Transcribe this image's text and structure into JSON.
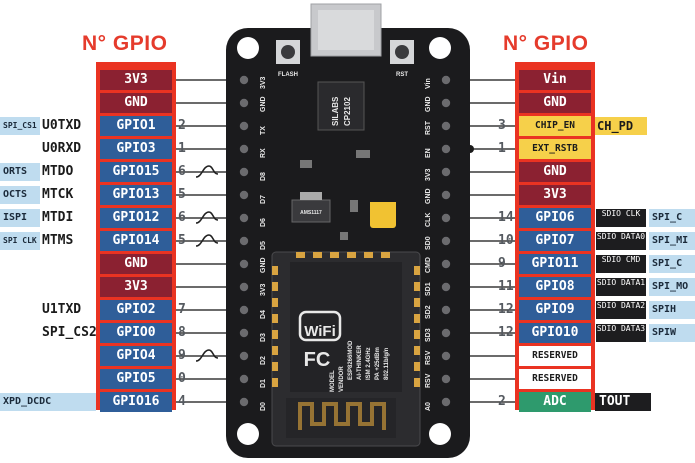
{
  "headers": {
    "left": "N° GPIO",
    "right": "N° GPIO"
  },
  "left_pins": [
    {
      "label": "3V3",
      "type": "pwr"
    },
    {
      "label": "GND",
      "type": "pwr"
    },
    {
      "label": "GPIO1",
      "type": "gpio",
      "func": "U0TXD",
      "alt": "SPI_CS1"
    },
    {
      "label": "GPIO3",
      "type": "gpio",
      "func": "U0RXD"
    },
    {
      "label": "GPIO15",
      "type": "gpio",
      "func": "MTDO",
      "alt": "ORTS"
    },
    {
      "label": "GPIO13",
      "type": "gpio",
      "func": "MTCK",
      "alt": "OCTS"
    },
    {
      "label": "GPIO12",
      "type": "gpio",
      "func": "MTDI",
      "alt": "ISPI"
    },
    {
      "label": "GPIO14",
      "type": "gpio",
      "func": "MTMS",
      "alt": "SPI CLK"
    },
    {
      "label": "GND",
      "type": "pwr"
    },
    {
      "label": "3V3",
      "type": "pwr"
    },
    {
      "label": "GPIO2",
      "type": "gpio",
      "func": "U1TXD"
    },
    {
      "label": "GPIO0",
      "type": "gpio",
      "func": "SPI_CS2"
    },
    {
      "label": "GPIO4",
      "type": "gpio"
    },
    {
      "label": "GPIO5",
      "type": "gpio"
    },
    {
      "label": "GPIO16",
      "type": "gpio",
      "alt": "XPD_DCDC"
    }
  ],
  "left_numbers": [
    "",
    "",
    "2",
    "1",
    "6",
    "5",
    "6",
    "5",
    "",
    "",
    "7",
    "8",
    "9",
    "0",
    "4"
  ],
  "right_pins": [
    {
      "label": "Vin",
      "type": "pwr"
    },
    {
      "label": "GND",
      "type": "pwr"
    },
    {
      "label": "CHIP_EN",
      "type": "yel",
      "func": "CH_PD"
    },
    {
      "label": "EXT_RSTB",
      "type": "yel"
    },
    {
      "label": "GND",
      "type": "pwr"
    },
    {
      "label": "3V3",
      "type": "pwr"
    },
    {
      "label": "GPIO6",
      "type": "gpio",
      "sdio": "SDIO CLK",
      "spi": "SPI_C"
    },
    {
      "label": "GPIO7",
      "type": "gpio",
      "sdio": "SDIO DATA0",
      "spi": "SPI_MI"
    },
    {
      "label": "GPIO11",
      "type": "gpio",
      "sdio": "SDIO CMD",
      "spi": "SPI_C"
    },
    {
      "label": "GPIO8",
      "type": "gpio",
      "sdio": "SDIO DATA1",
      "spi": "SPI_MO"
    },
    {
      "label": "GPIO9",
      "type": "gpio",
      "sdio": "SDIO DATA2",
      "spi": "SPIH"
    },
    {
      "label": "GPIO10",
      "type": "gpio",
      "sdio": "SDIO DATA3",
      "spi": "SPIW"
    },
    {
      "label": "RESERVED",
      "type": "res"
    },
    {
      "label": "RESERVED",
      "type": "res"
    },
    {
      "label": "ADC",
      "type": "adc",
      "func": "TOUT"
    }
  ],
  "right_numbers": [
    "",
    "",
    "3",
    "1",
    "",
    "",
    "14",
    "10",
    "9",
    "11",
    "12",
    "12",
    "",
    "",
    "2"
  ],
  "board": {
    "pins_left": [
      "3V3",
      "GND",
      "TX",
      "RX",
      "D8",
      "D7",
      "D6",
      "D5",
      "GND",
      "3V3",
      "D4",
      "D3",
      "D2",
      "D1",
      "D0"
    ],
    "pins_right": [
      "Vin",
      "GND",
      "RST",
      "EN",
      "3V3",
      "GND",
      "CLK",
      "SD0",
      "CMD",
      "SD1",
      "SD2",
      "SD3",
      "RSV",
      "RSV",
      "A0"
    ],
    "button_left": "FLASH",
    "button_right": "RST",
    "usb_chip_brand": "SILABS",
    "usb_chip_model": "CP2102",
    "regulator": "AMS1117",
    "module_text": [
      "ESP8266MOD",
      "AI-THINKER",
      "ISM 2.4GHz",
      "PA +25dBm",
      "802.11b/g/n"
    ],
    "module_model": "MODEL",
    "module_vendor": "VENDOR",
    "wifi_text": "WiFi",
    "fc_text": "FC"
  },
  "colors": {
    "frame": "#ea3322",
    "power": "#8b2131",
    "gpio": "#2f5e99",
    "yellow": "#f6d04a",
    "adc": "#2e9a6d",
    "board": "#1b1b1d"
  }
}
